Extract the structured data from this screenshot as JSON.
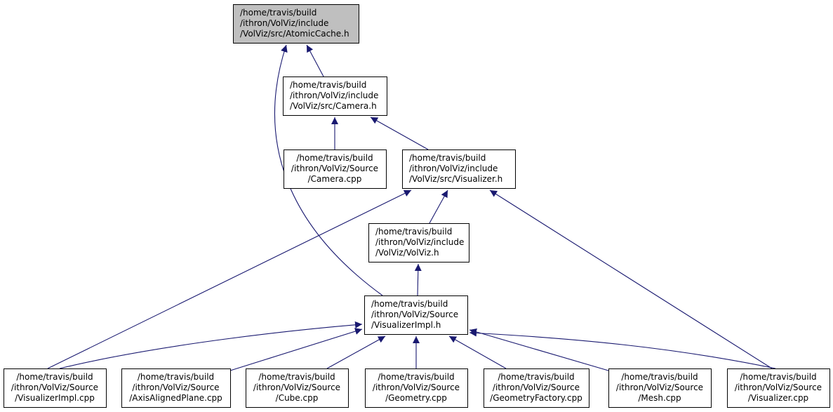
{
  "colors": {
    "root_fill": "#bfbfbf",
    "node_fill": "#ffffff",
    "edge": "#191970"
  },
  "nodes": {
    "atomic_cache_h": {
      "lines": [
        "/home/travis/build",
        "/ithron/VolViz/include",
        "/VolViz/src/AtomicCache.h"
      ]
    },
    "camera_h": {
      "lines": [
        "/home/travis/build",
        "/ithron/VolViz/include",
        "/VolViz/src/Camera.h"
      ]
    },
    "camera_cpp": {
      "lines": [
        "/home/travis/build",
        "/ithron/VolViz/Source",
        "/Camera.cpp"
      ]
    },
    "visualizer_h": {
      "lines": [
        "/home/travis/build",
        "/ithron/VolViz/include",
        "/VolViz/src/Visualizer.h"
      ]
    },
    "volviz_h": {
      "lines": [
        "/home/travis/build",
        "/ithron/VolViz/include",
        "/VolViz/VolViz.h"
      ]
    },
    "visualizerimpl_h": {
      "lines": [
        "/home/travis/build",
        "/ithron/VolViz/Source",
        "/VisualizerImpl.h"
      ]
    },
    "visualizerimpl_cpp": {
      "lines": [
        "/home/travis/build",
        "/ithron/VolViz/Source",
        "/VisualizerImpl.cpp"
      ]
    },
    "axisalignedplane_cpp": {
      "lines": [
        "/home/travis/build",
        "/ithron/VolViz/Source",
        "/AxisAlignedPlane.cpp"
      ]
    },
    "cube_cpp": {
      "lines": [
        "/home/travis/build",
        "/ithron/VolViz/Source",
        "/Cube.cpp"
      ]
    },
    "geometry_cpp": {
      "lines": [
        "/home/travis/build",
        "/ithron/VolViz/Source",
        "/Geometry.cpp"
      ]
    },
    "geometryfactory_cpp": {
      "lines": [
        "/home/travis/build",
        "/ithron/VolViz/Source",
        "/GeometryFactory.cpp"
      ]
    },
    "mesh_cpp": {
      "lines": [
        "/home/travis/build",
        "/ithron/VolViz/Source",
        "/Mesh.cpp"
      ]
    },
    "visualizer_cpp": {
      "lines": [
        "/home/travis/build",
        "/ithron/VolViz/Source",
        "/Visualizer.cpp"
      ]
    }
  },
  "edges": [
    {
      "from": "camera_h",
      "to": "atomic_cache_h"
    },
    {
      "from": "visualizerimpl_h",
      "to": "atomic_cache_h"
    },
    {
      "from": "camera_cpp",
      "to": "camera_h"
    },
    {
      "from": "visualizer_h",
      "to": "camera_h"
    },
    {
      "from": "volviz_h",
      "to": "visualizer_h"
    },
    {
      "from": "visualizerimpl_cpp",
      "to": "visualizer_h"
    },
    {
      "from": "visualizer_cpp",
      "to": "visualizer_h"
    },
    {
      "from": "visualizerimpl_h",
      "to": "volviz_h"
    },
    {
      "from": "visualizerimpl_cpp",
      "to": "visualizerimpl_h"
    },
    {
      "from": "axisalignedplane_cpp",
      "to": "visualizerimpl_h"
    },
    {
      "from": "cube_cpp",
      "to": "visualizerimpl_h"
    },
    {
      "from": "geometry_cpp",
      "to": "visualizerimpl_h"
    },
    {
      "from": "geometryfactory_cpp",
      "to": "visualizerimpl_h"
    },
    {
      "from": "mesh_cpp",
      "to": "visualizerimpl_h"
    },
    {
      "from": "visualizer_cpp",
      "to": "visualizerimpl_h"
    }
  ]
}
